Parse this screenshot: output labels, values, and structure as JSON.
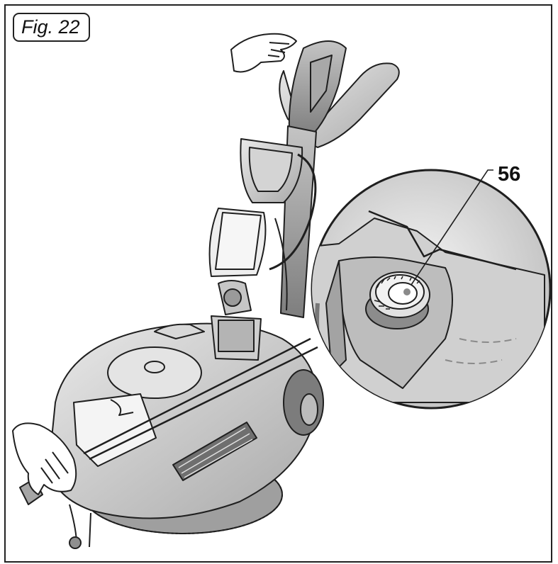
{
  "figure": {
    "label": "Fig. 22",
    "callouts": [
      {
        "id": "56",
        "text": "56"
      }
    ]
  },
  "colors": {
    "line": "#1f1f1f",
    "shade_light": "#dcdcdc",
    "shade_mid": "#b9b9b9",
    "shade_dark": "#8f8f8f",
    "background": "#ffffff"
  }
}
